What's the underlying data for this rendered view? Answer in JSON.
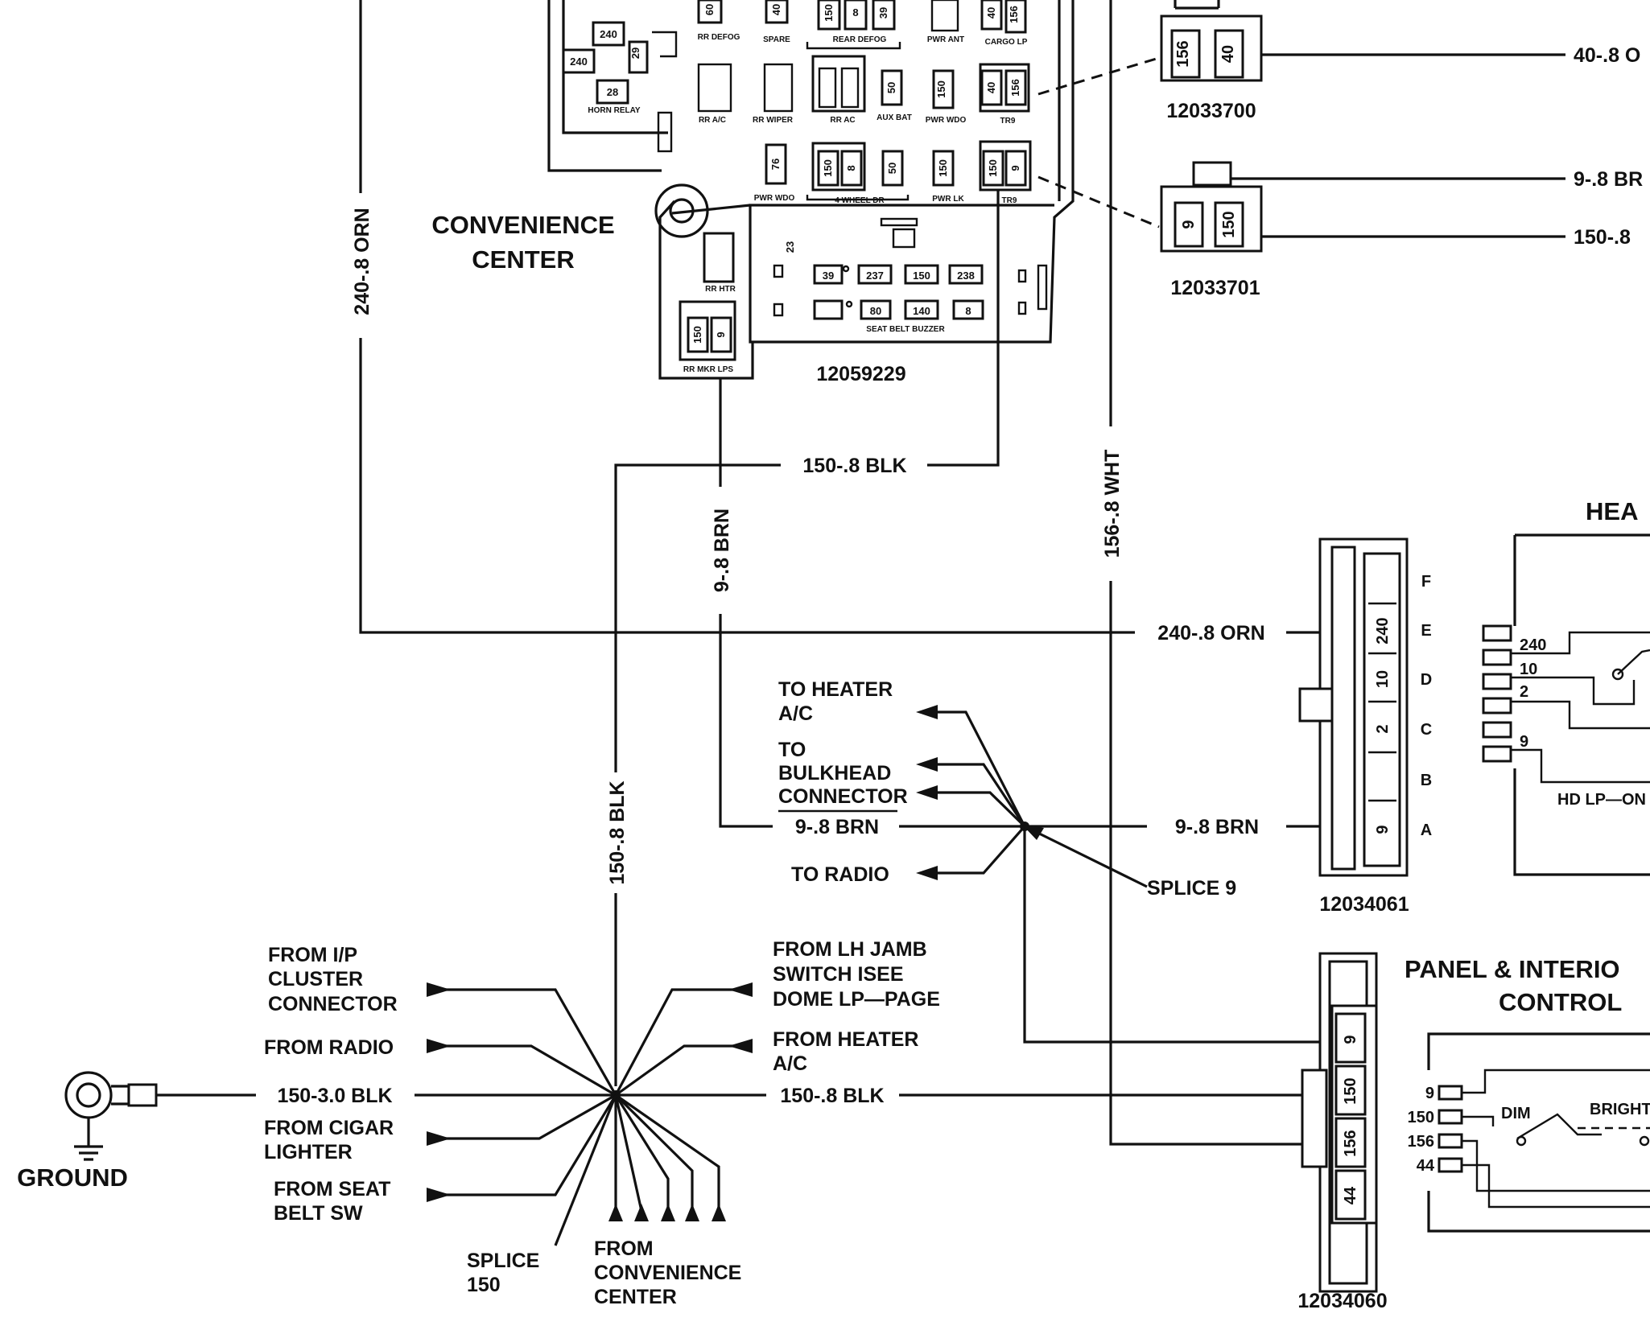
{
  "convenience_center": {
    "title_line1": "CONVENIENCE",
    "title_line2": "CENTER",
    "part_number": "12059229",
    "fuses": {
      "f240a": "240",
      "f240b": "240",
      "f29": "29",
      "f28": "28",
      "f60": "60",
      "f40a": "40",
      "f150a": "150",
      "f8a": "8",
      "f39a": "39",
      "f40b": "40",
      "f156a": "156",
      "f50a": "50",
      "f150b": "150",
      "f40c": "40",
      "f156b": "156",
      "f76": "76",
      "f150c": "150",
      "f8b": "8",
      "f50b": "50",
      "f150d": "150",
      "f150e": "150",
      "f9a": "9",
      "f150f": "150",
      "f9b": "9",
      "f23": "23",
      "f39b": "39",
      "f237": "237",
      "f150g": "150",
      "f238": "238",
      "f80": "80",
      "f140": "140",
      "f8c": "8"
    },
    "slot_labels": {
      "rr_defog": "RR DEFOG",
      "spare": "SPARE",
      "rear_defog": "REAR DEFOG",
      "pwr_ant": "PWR ANT",
      "cargo_lp": "CARGO LP",
      "horn_relay": "HORN RELAY",
      "rr_ac": "RR A/C",
      "rr_wiper": "RR WIPER",
      "rr_ac2": "RR AC",
      "aux_bat": "AUX BAT",
      "pwr_wdo": "PWR WDO",
      "tr9_top": "TR9",
      "pwr_wdo2": "PWR WDO",
      "four_wheel_dr": "4 WHEEL DR",
      "pwr_lk": "PWR LK",
      "tr9_bot": "TR9",
      "rr_htr": "RR HTR",
      "seat_belt_buzzer": "SEAT BELT BUZZER",
      "rr_mkr_lps": "RR MKR LPS"
    }
  },
  "connectors": {
    "c12033700": {
      "part": "12033700",
      "pins": [
        "156",
        "40"
      ]
    },
    "c12033701": {
      "part": "12033701",
      "pins": [
        "9",
        "150"
      ]
    },
    "c12034061": {
      "part": "12034061",
      "pins": [
        "240",
        "10",
        "2",
        "9"
      ],
      "letters": [
        "F",
        "E",
        "D",
        "C",
        "B",
        "A"
      ]
    },
    "c12034060": {
      "part": "12034060",
      "pins": [
        "9",
        "150",
        "156",
        "44"
      ]
    }
  },
  "wires": {
    "w240_orn_vertical": "240-.8 ORN",
    "w240_orn_horizontal": "240-.8 ORN",
    "w150_blk_top": "150-.8 BLK",
    "w9_brn_vertical": "9-.8 BRN",
    "w156_wht": "156-.8 WHT",
    "w150_blk_vertical": "150-.8 BLK",
    "w9_brn_left": "9-.8 BRN",
    "w9_brn_right": "9-.8 BRN",
    "w150_3_blk": "150-3.0 BLK",
    "w150_blk_bottom": "150-.8 BLK",
    "right_40_orn": "40-.8 O",
    "right_9_brn": "9-.8 BR",
    "right_150": "150-.8"
  },
  "splice9": {
    "name": "SPLICE 9",
    "to_heater_1": "TO HEATER",
    "to_heater_2": "A/C",
    "to_bulkhead_1": "TO",
    "to_bulkhead_2": "BULKHEAD",
    "to_bulkhead_3": "CONNECTOR",
    "to_radio": "TO RADIO"
  },
  "splice150": {
    "name_1": "SPLICE",
    "name_2": "150",
    "from_ip_1": "FROM I/P",
    "from_ip_2": "CLUSTER",
    "from_ip_3": "CONNECTOR",
    "from_radio": "FROM RADIO",
    "from_cigar_1": "FROM CIGAR",
    "from_cigar_2": "LIGHTER",
    "from_seat_1": "FROM SEAT",
    "from_seat_2": "BELT SW",
    "from_lh_1": "FROM LH JAMB",
    "from_lh_2": "SWITCH ISEE",
    "from_lh_3": "DOME LP—PAGE",
    "from_heater_1": "FROM HEATER",
    "from_heater_2": "A/C",
    "from_cc_1": "FROM",
    "from_cc_2": "CONVENIENCE",
    "from_cc_3": "CENTER"
  },
  "ground": {
    "label": "GROUND"
  },
  "heater_control": {
    "title": "HEA",
    "pins": [
      "240",
      "10",
      "2",
      "9"
    ],
    "hd_lp": "HD LP—ON"
  },
  "panel_control": {
    "title_1": "PANEL & INTERIO",
    "title_2": "CONTROL",
    "pins": [
      "9",
      "150",
      "156",
      "44"
    ],
    "dim": "DIM",
    "bright": "BRIGHT"
  }
}
